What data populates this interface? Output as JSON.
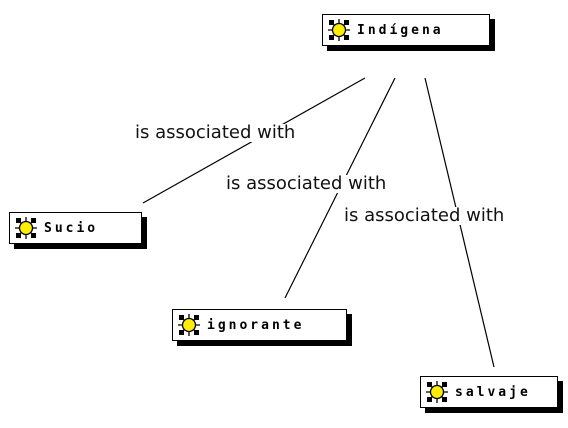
{
  "diagram": {
    "nodes": [
      {
        "id": "indigena",
        "label": "Indígena",
        "icon": "concept-icon"
      },
      {
        "id": "sucio",
        "label": "Sucio",
        "icon": "concept-icon"
      },
      {
        "id": "ignorante",
        "label": "ignorante",
        "icon": "concept-icon"
      },
      {
        "id": "salvaje",
        "label": "salvaje",
        "icon": "concept-icon"
      }
    ],
    "edges": [
      {
        "from": "indigena",
        "to": "sucio",
        "label": "is associated with"
      },
      {
        "from": "indigena",
        "to": "ignorante",
        "label": "is associated with"
      },
      {
        "from": "indigena",
        "to": "salvaje",
        "label": "is associated with"
      }
    ]
  },
  "colors": {
    "node_border": "#000000",
    "icon_fill": "#ffee00",
    "line": "#000000"
  }
}
